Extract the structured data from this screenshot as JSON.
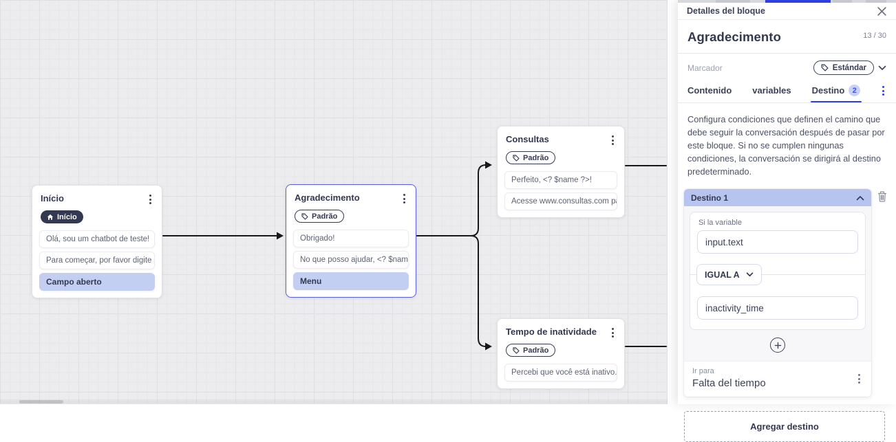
{
  "canvas": {
    "nodes": [
      {
        "title": "Início",
        "badge": {
          "type": "inicio",
          "label": "Início"
        },
        "items": [
          {
            "text": "Olá, sou um chatbot de teste!",
            "highlight": false
          },
          {
            "text": "Para começar, por favor digite o ...",
            "highlight": false
          },
          {
            "text": "Campo aberto",
            "highlight": true
          }
        ]
      },
      {
        "title": "Agradecimento",
        "badge": {
          "type": "padrao",
          "label": "Padrão"
        },
        "selected": true,
        "items": [
          {
            "text": "Obrigado!",
            "highlight": false
          },
          {
            "text": "No que posso ajudar, <? $name ...",
            "highlight": false
          },
          {
            "text": "Menu",
            "highlight": true
          }
        ]
      },
      {
        "title": "Consultas",
        "badge": {
          "type": "padrao",
          "label": "Padrão"
        },
        "items": [
          {
            "text": "Perfeito, <? $name ?>!",
            "highlight": false
          },
          {
            "text": "Acesse www.consultas.com par...",
            "highlight": false
          }
        ]
      },
      {
        "title": "Tempo de inatividade",
        "badge": {
          "type": "padrao",
          "label": "Padrão"
        },
        "items": [
          {
            "text": "Percebi que você está inativo. C...",
            "highlight": false
          }
        ]
      }
    ]
  },
  "panel": {
    "header": {
      "title": "Detalles del bloque"
    },
    "block": {
      "name": "Agradecimento",
      "counter": "13 / 30"
    },
    "marker": {
      "label": "Marcador",
      "value": "Estándar"
    },
    "tabs": [
      {
        "label": "Contenido",
        "active": false
      },
      {
        "label": "variables",
        "active": false
      },
      {
        "label": "Destino",
        "badge": "2",
        "active": true
      }
    ],
    "description": "Configura condiciones que definen el camino que debe seguir la conversación después de pasar por este bloque. Si no se cumplen ningunas condiciones, la conversación se dirigirá al destino predeterminado.",
    "destination": {
      "title": "Destino 1",
      "condition_label": "Si la variable",
      "variable_value": "input.text",
      "operator": "IGUAL A",
      "compare_value": "inactivity_time",
      "goto_label": "Ir para",
      "goto_value": "Falta del tiempo"
    },
    "add_button_label": "Agregar destino"
  },
  "icons": {
    "close": "close-icon",
    "tag": "tag-icon",
    "home": "home-icon",
    "chevron_down": "chevron-down-icon",
    "chevron_up": "chevron-up-icon",
    "trash": "trash-icon",
    "plus": "+",
    "kebab": "kebab-menu-icon"
  },
  "colors": {
    "accent_blue": "#2d3fe0",
    "periwinkle": "#b7c4f0",
    "item_highlight": "#c3cef3",
    "dark_navy": "#333950",
    "selected_border": "#5a5fe0",
    "canvas_bg": "#ececee",
    "edge": "#17171c"
  }
}
